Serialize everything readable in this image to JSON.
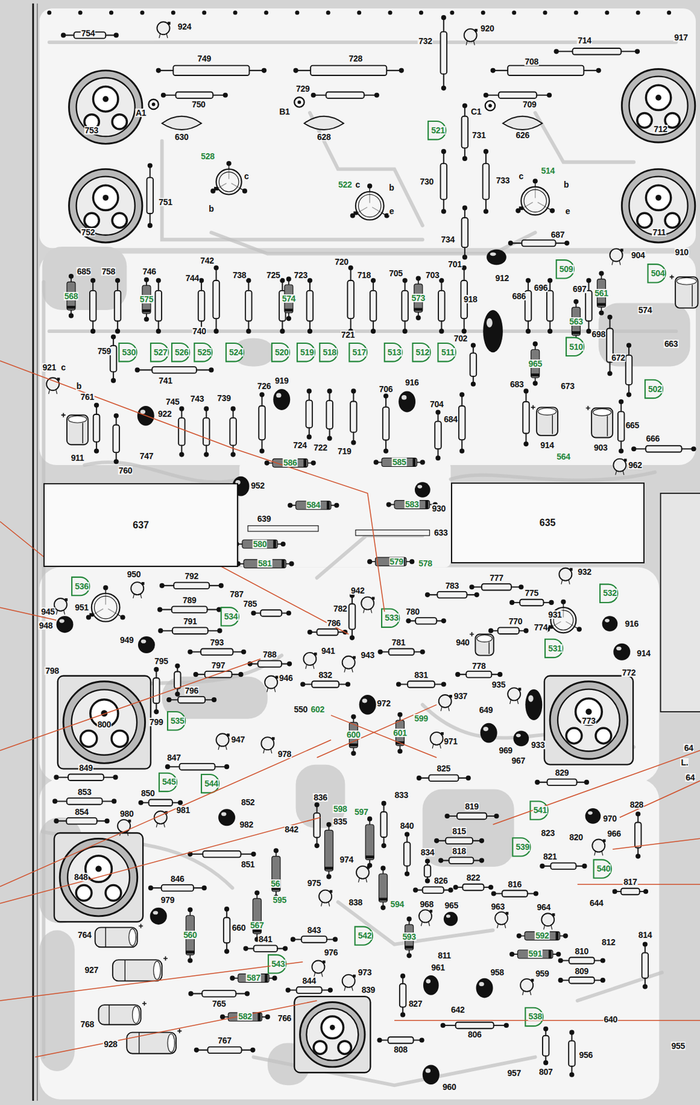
{
  "diagram": {
    "nodes": [
      {
        "text": [
          "637"
        ]
      },
      {
        "text": [
          "635"
        ]
      }
    ],
    "labels": [
      "754",
      "924",
      "732",
      "920",
      "714",
      "917",
      "749",
      "728",
      "708",
      "A1",
      "750",
      "729",
      "B1",
      "709",
      "C1",
      "753",
      "630",
      "628",
      "626",
      "712",
      "521",
      "731",
      "528",
      "751",
      "752",
      "522",
      "730",
      "733",
      "514",
      "711",
      "734",
      "687",
      "904",
      "910",
      "685",
      "758",
      "746",
      "744",
      "742",
      "738",
      "725",
      "723",
      "720",
      "718",
      "705",
      "703",
      "701",
      "912",
      "509",
      "504",
      "568",
      "575",
      "574",
      "573",
      "918",
      "686",
      "696",
      "697",
      "561",
      "574",
      "921",
      "530",
      "527",
      "526",
      "525",
      "524",
      "740",
      "520",
      "519",
      "518",
      "721",
      "517",
      "513",
      "512",
      "511",
      "702",
      "965",
      "563",
      "510",
      "698",
      "672",
      "663",
      "759",
      "741",
      "745",
      "743",
      "739",
      "726",
      "919",
      "706",
      "916",
      "704",
      "683",
      "673",
      "502",
      "761",
      "922",
      "747",
      "724",
      "722",
      "719",
      "684",
      "914",
      "903",
      "665",
      "666",
      "564",
      "911",
      "760",
      "962",
      "586",
      "585",
      "952",
      "584",
      "583",
      "930",
      "639",
      "633",
      "580",
      "581",
      "579",
      "578",
      "536",
      "950",
      "792",
      "787",
      "783",
      "777",
      "932",
      "532",
      "945",
      "951",
      "789",
      "785",
      "534",
      "782",
      "942",
      "533",
      "780",
      "775",
      "931",
      "916",
      "948",
      "791",
      "786",
      "770",
      "774",
      "949",
      "793",
      "941",
      "943",
      "781",
      "940",
      "531",
      "914",
      "798",
      "795",
      "797",
      "788",
      "778",
      "772",
      "796",
      "946",
      "832",
      "831",
      "935",
      "937",
      "800",
      "799",
      "535",
      "550",
      "602",
      "972",
      "599",
      "649",
      "773",
      "947",
      "600",
      "601",
      "971",
      "933",
      "969",
      "978",
      "967",
      "64",
      "L.",
      "64",
      "849",
      "847",
      "825",
      "829",
      "545",
      "544",
      "853",
      "850",
      "852",
      "836",
      "833",
      "819",
      "854",
      "980",
      "981",
      "982",
      "598",
      "597",
      "835",
      "541",
      "828",
      "970",
      "842",
      "840",
      "815",
      "823",
      "966",
      "820",
      "848",
      "846",
      "851",
      "56",
      "834",
      "818",
      "539",
      "821",
      "540",
      "974",
      "595",
      "826",
      "822",
      "816",
      "817",
      "979",
      "975",
      "838",
      "594",
      "968",
      "965",
      "963",
      "964",
      "644",
      "560",
      "660",
      "567",
      "843",
      "542",
      "593",
      "592",
      "812",
      "814",
      "764",
      "841",
      "811",
      "591",
      "810",
      "927",
      "543",
      "587",
      "976",
      "973",
      "961",
      "958",
      "959",
      "809",
      "765",
      "844",
      "839",
      "827",
      "642",
      "538",
      "640",
      "768",
      "582",
      "766",
      "806",
      "928",
      "767",
      "808",
      "807",
      "956",
      "955",
      "957",
      "960",
      "c",
      "b",
      "c",
      "b",
      "c",
      "b",
      "e",
      "c",
      "b",
      "e"
    ]
  }
}
